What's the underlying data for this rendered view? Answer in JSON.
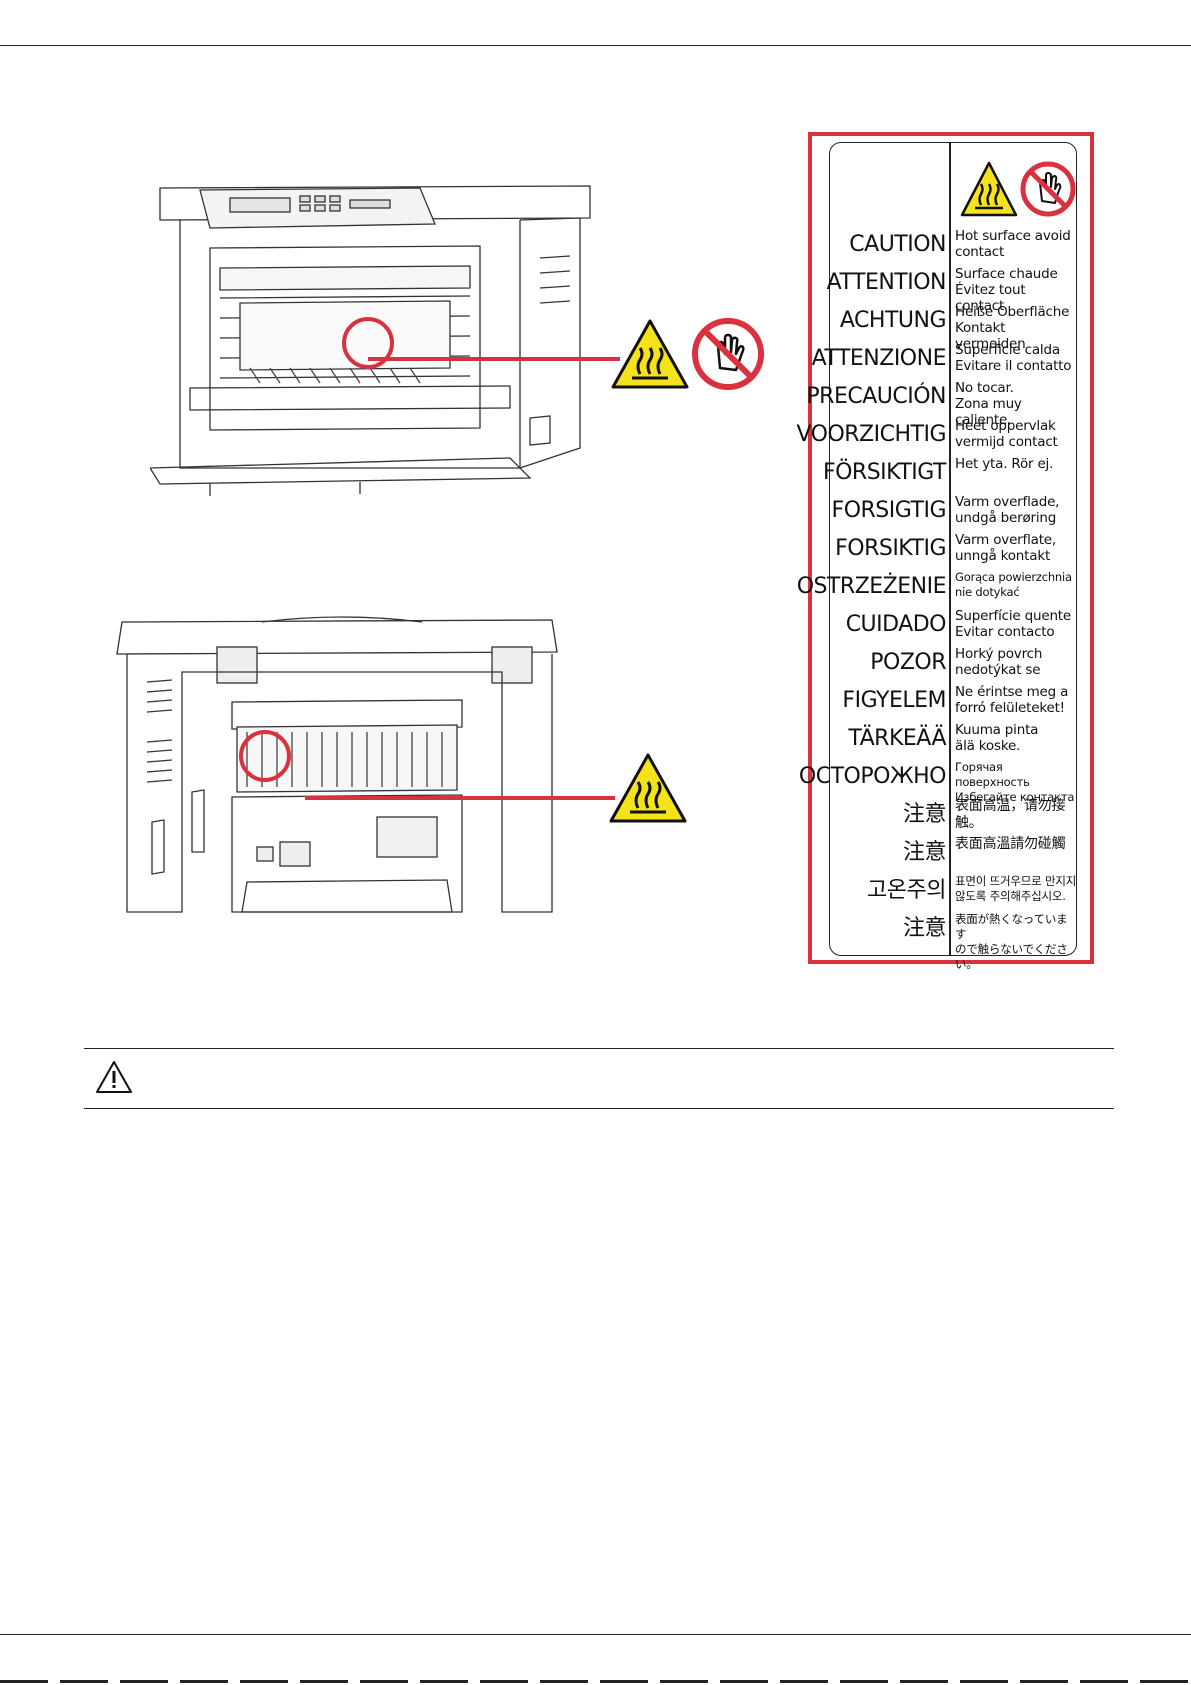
{
  "label": {
    "rows": [
      {
        "word": "CAUTION",
        "message": "Hot surface avoid\ncontact"
      },
      {
        "word": "ATTENTION",
        "message": "Surface chaude\nÉvitez tout contact"
      },
      {
        "word": "ACHTUNG",
        "message": "Heiße Oberfläche\nKontakt vermeiden"
      },
      {
        "word": "ATTENZIONE",
        "message": "Superficie calda\nEvitare il contatto"
      },
      {
        "word": "PRECAUCIÓN",
        "message": "No tocar.\nZona muy caliente."
      },
      {
        "word": "VOORZICHTIG",
        "message": "Heet oppervlak\nvermijd contact"
      },
      {
        "word": "FÖRSIKTIGT",
        "message": "Het yta. Rör ej."
      },
      {
        "word": "FORSIGTIG",
        "message": "Varm overflade,\nundgå berøring"
      },
      {
        "word": "FORSIKTIG",
        "message": "Varm overflate,\nunngå kontakt"
      },
      {
        "word": "OSTRZEŻENIE",
        "message": "Gorąca powierzchnia\nnie dotykać"
      },
      {
        "word": "CUIDADO",
        "message": "Superfície quente\nEvitar contacto"
      },
      {
        "word": "POZOR",
        "message": "Horký povrch\nnedotýkat se"
      },
      {
        "word": "FIGYELEM",
        "message": "Ne érintse meg a\nforró felületeket!"
      },
      {
        "word": "TÄRKEÄÄ",
        "message": "Kuuma pinta\nälä koske."
      },
      {
        "word": "ОСТОРОЖНО",
        "message": "Горячая поверхность\nИзбегайте контакта"
      },
      {
        "word": "注意",
        "message": "表面高温，请勿接触。"
      },
      {
        "word": "注意",
        "message": "表面高溫請勿碰觸"
      },
      {
        "word": "고온주의",
        "message": "표면이 뜨거우므로 만지지\n않도록 주의해주십시오."
      },
      {
        "word": "注意",
        "message": "表面が熱くなっています\nので触らないでください。"
      }
    ]
  },
  "icons": {
    "hot_surface": "hot-surface-warning-icon",
    "no_touch": "no-touch-hand-icon",
    "caution": "caution-triangle-icon"
  },
  "colors": {
    "callout_red": "#d9323f",
    "warning_yellow": "#f4e21a"
  }
}
